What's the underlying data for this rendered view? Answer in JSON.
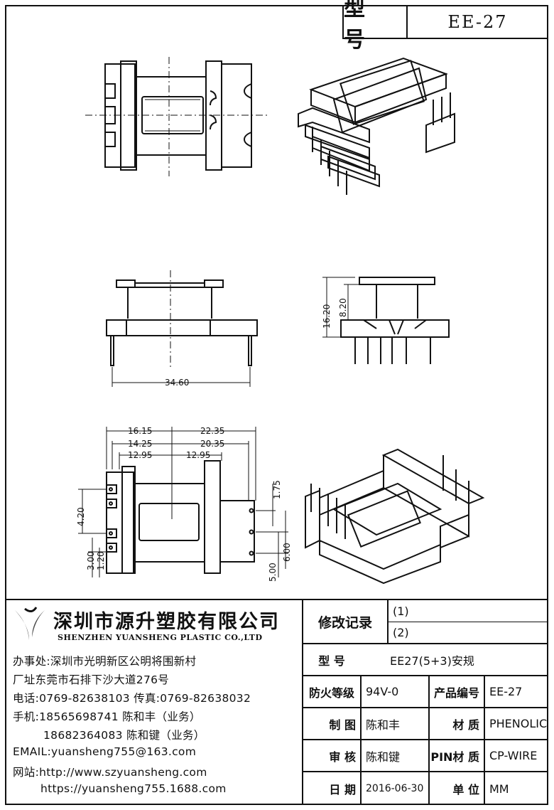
{
  "header": {
    "model_label": "型 号",
    "model_value": "EE-27"
  },
  "dimensions": {
    "width_total": "34.60",
    "height_total": "16.20",
    "height_core": "8.20",
    "d1": "16.15",
    "d2": "14.25",
    "d3": "12.95",
    "d4": "22.35",
    "d5": "20.35",
    "d6": "12.95",
    "d7": "1.75",
    "d8": "4.20",
    "d9": "3.00",
    "d10": "1.20",
    "d11": "5.00",
    "d12": "6.00"
  },
  "company": {
    "name_cn": "深圳市源升塑胶有限公司",
    "name_en": "SHENZHEN YUANSHENG PLASTIC CO.,LTD",
    "office": "办事处:深圳市光明新区公明将围新村",
    "factory": "厂址东莞市石排下沙大道276号",
    "phone_fax": "电话:0769-82638103 传真:0769-82638032",
    "mobile1": "手机:18565698741 陈和丰（业务）",
    "mobile2": "18682364083 陈和键（业务）",
    "email": "EMAIL:yuansheng755@163.com",
    "web1": "网站:http://www.szyuansheng.com",
    "web2": "https://yuansheng755.1688.com"
  },
  "title_block": {
    "revision_label": "修改记录",
    "rev1": "(1)",
    "rev2": "(2)",
    "model_label": "型 号",
    "model_value": "EE27(5+3)安规",
    "fire_label": "防火等级",
    "fire_value": "94V-0",
    "product_no_label": "产品编号",
    "product_no_value": "EE-27",
    "drawn_label": "制 图",
    "drawn_value": "陈和丰",
    "material_label": "材 质",
    "material_value": "PHENOLIC",
    "review_label": "审 核",
    "review_value": "陈和键",
    "pin_material_label": "PIN材 质",
    "pin_material_value": "CP-WIRE",
    "date_label": "日 期",
    "date_value": "2016-06-30",
    "unit_label": "单 位",
    "unit_value": "MM"
  }
}
